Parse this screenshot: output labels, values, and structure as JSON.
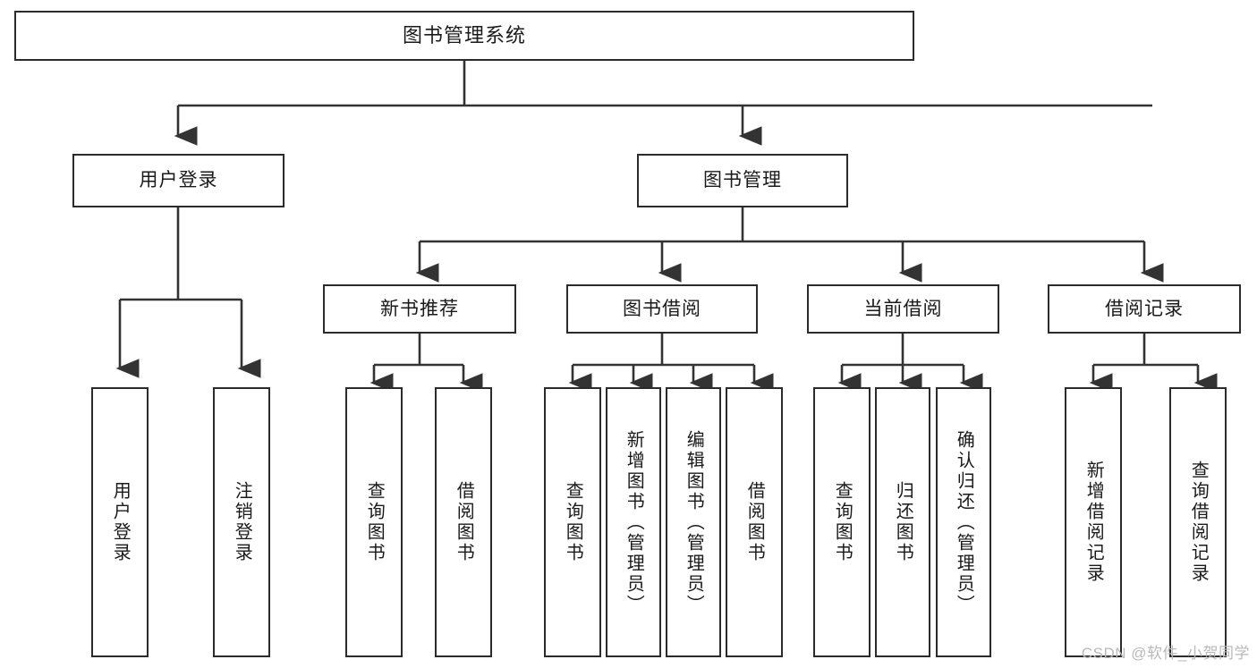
{
  "diagram": {
    "type": "tree",
    "title": "图书管理系统",
    "colors": {
      "box_border": "#2b2b2b",
      "box_fill": "#ffffff",
      "connector": "#333333",
      "text": "#1a1a1a",
      "watermark": "#b9b9b9",
      "background": "#ffffff"
    },
    "root": {
      "label": "图书管理系统"
    },
    "level2": [
      {
        "label": "用户登录"
      },
      {
        "label": "图书管理"
      }
    ],
    "level3": [
      {
        "label": "新书推荐"
      },
      {
        "label": "图书借阅"
      },
      {
        "label": "当前借阅"
      },
      {
        "label": "借阅记录"
      }
    ],
    "leaves": {
      "user_login": [
        {
          "label": "用户登录"
        },
        {
          "label": "注销登录"
        }
      ],
      "new_book_recommend": [
        {
          "label": "查询图书"
        },
        {
          "label": "借阅图书"
        }
      ],
      "book_borrow": [
        {
          "label": "查询图书"
        },
        {
          "label": "新增图书（管理员）"
        },
        {
          "label": "编辑图书（管理员）"
        },
        {
          "label": "借阅图书"
        }
      ],
      "current_borrow": [
        {
          "label": "查询图书"
        },
        {
          "label": "归还图书"
        },
        {
          "label": "确认归还（管理员）"
        }
      ],
      "borrow_record": [
        {
          "label": "新增借阅记录"
        },
        {
          "label": "查询借阅记录"
        }
      ]
    }
  },
  "watermark": {
    "text": "CSDN @软件_小贺同学"
  }
}
